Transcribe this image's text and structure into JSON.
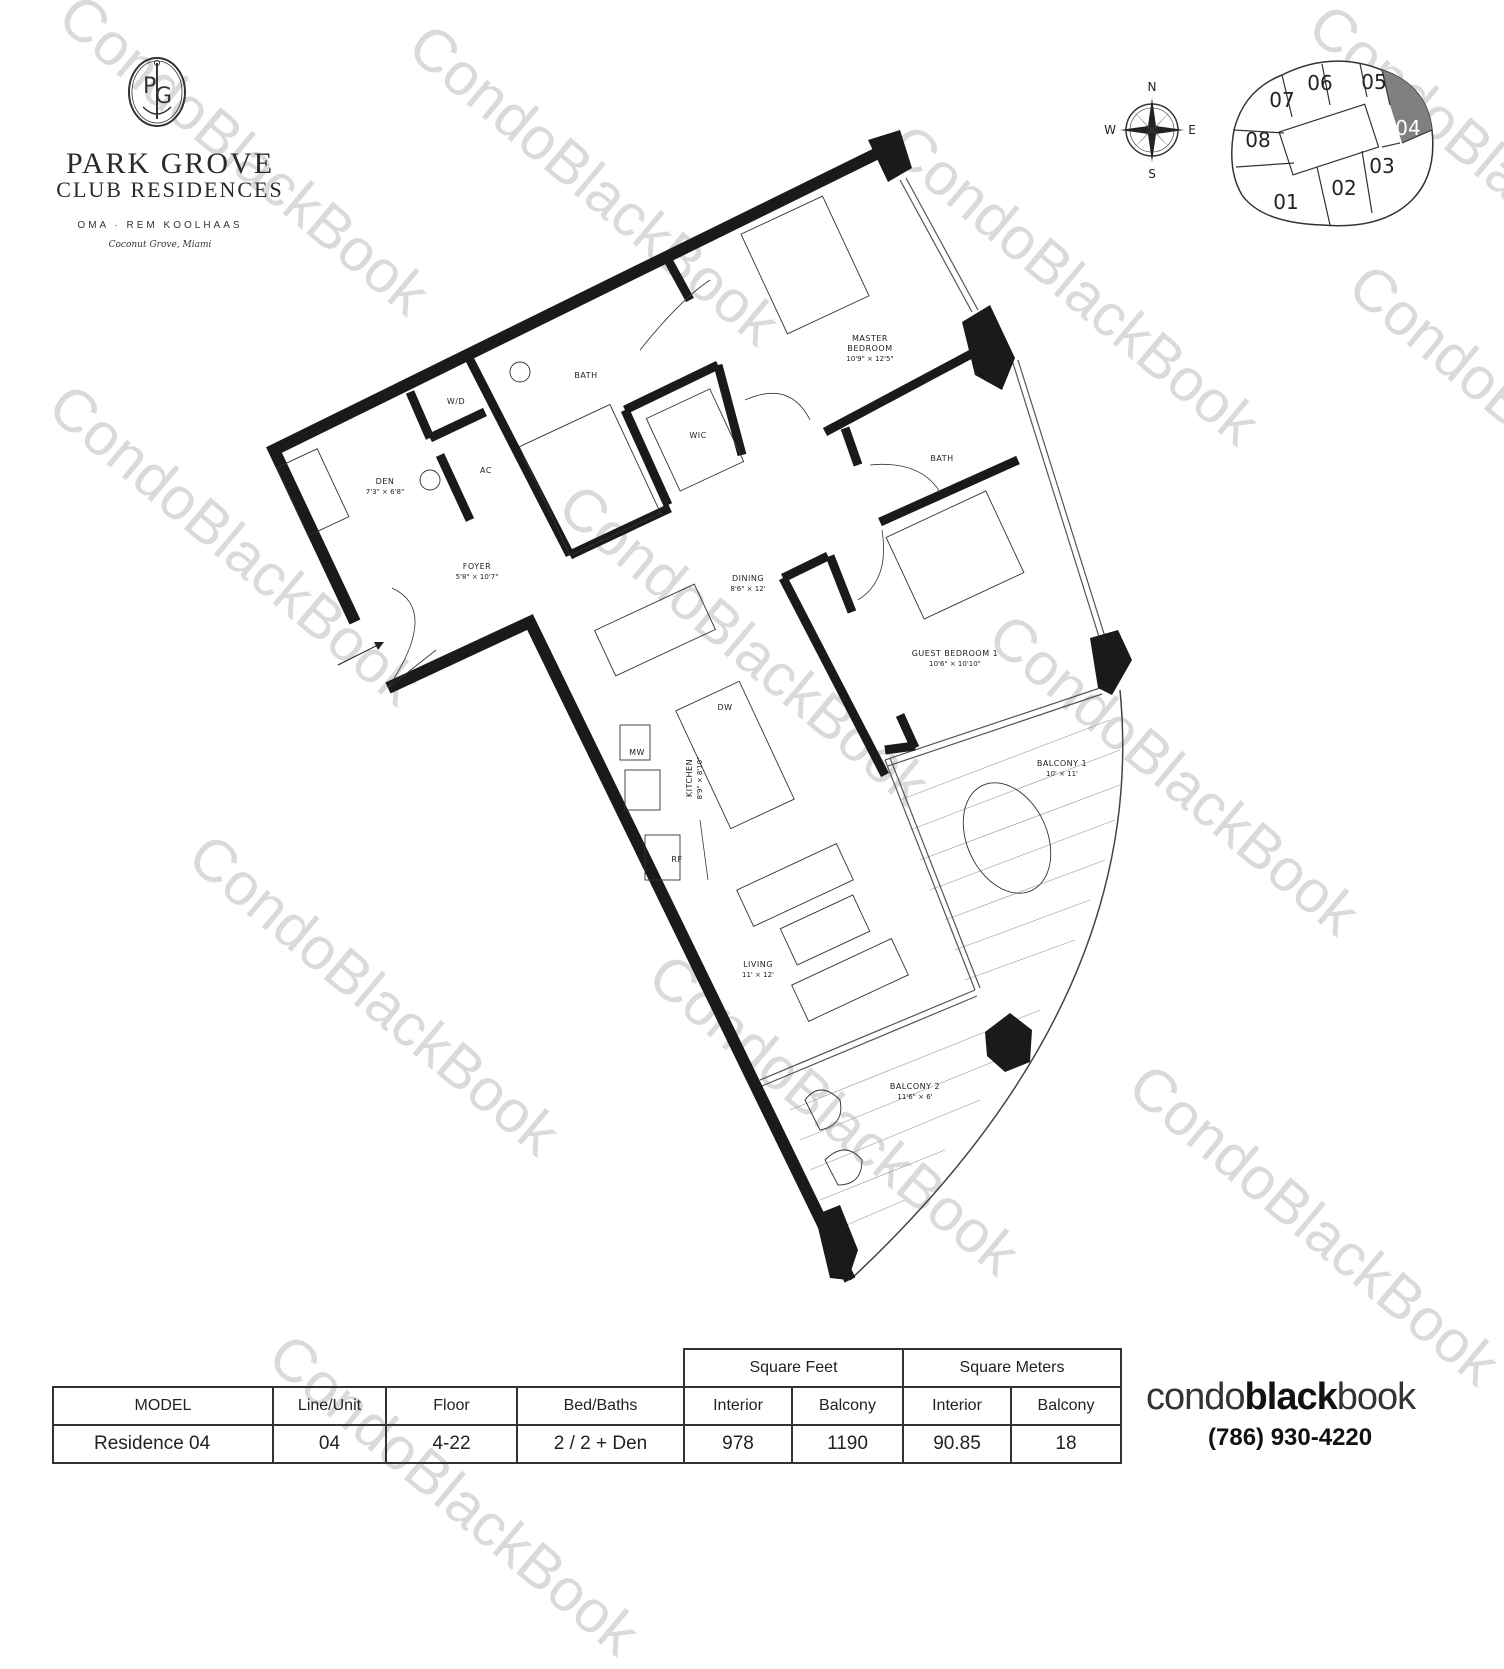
{
  "logo": {
    "monogram": "PG",
    "title": "PARK GROVE",
    "subtitle": "CLUB RESIDENCES",
    "architect": "OMA · REM KOOLHAAS",
    "location": "Coconut Grove, Miami"
  },
  "compass": {
    "n": "N",
    "s": "S",
    "e": "E",
    "w": "W"
  },
  "keyplan": {
    "units": [
      "01",
      "02",
      "03",
      "04",
      "05",
      "06",
      "07",
      "08"
    ],
    "highlighted": "04",
    "highlight_color": "#808080"
  },
  "rooms": {
    "master_bedroom": {
      "name_1": "MASTER",
      "name_2": "BEDROOM",
      "size": "10'9\" × 12'5\""
    },
    "bath_master": {
      "name": "BATH"
    },
    "wd": {
      "name": "W/D"
    },
    "ac": {
      "name": "AC"
    },
    "wic": {
      "name": "WIC"
    },
    "bath_guest": {
      "name": "BATH"
    },
    "den": {
      "name": "DEN",
      "size": "7'3\" × 6'8\""
    },
    "foyer": {
      "name": "FOYER",
      "size": "5'8\" × 10'7\""
    },
    "dining": {
      "name": "DINING",
      "size": "8'6\" × 12'"
    },
    "guest_bedroom": {
      "name": "GUEST BEDROOM 1",
      "size": "10'6\" × 10'10\""
    },
    "kitchen": {
      "name": "KITCHEN",
      "size": "8'9\" × 8'10\""
    },
    "dw": {
      "name": "DW"
    },
    "mw": {
      "name": "MW"
    },
    "rf": {
      "name": "RF"
    },
    "living": {
      "name": "LIVING",
      "size": "11' × 12'"
    },
    "balcony1": {
      "name": "BALCONY 1",
      "size": "10' × 11'"
    },
    "balcony2": {
      "name": "BALCONY 2",
      "size": "11'6\" × 6'"
    }
  },
  "table": {
    "group_headers": {
      "sqft": "Square Feet",
      "sqm": "Square Meters"
    },
    "headers": [
      "MODEL",
      "Line/Unit",
      "Floor",
      "Bed/Baths",
      "Interior",
      "Balcony",
      "Interior",
      "Balcony"
    ],
    "row": [
      "Residence 04",
      "04",
      "4-22",
      "2 / 2 + Den",
      "978",
      "1190",
      "90.85",
      "18"
    ]
  },
  "brand": {
    "part1": "condo",
    "part2": "black",
    "part3": "book",
    "phone": "(786) 930-4220"
  },
  "watermark": "CondoBlackBook"
}
